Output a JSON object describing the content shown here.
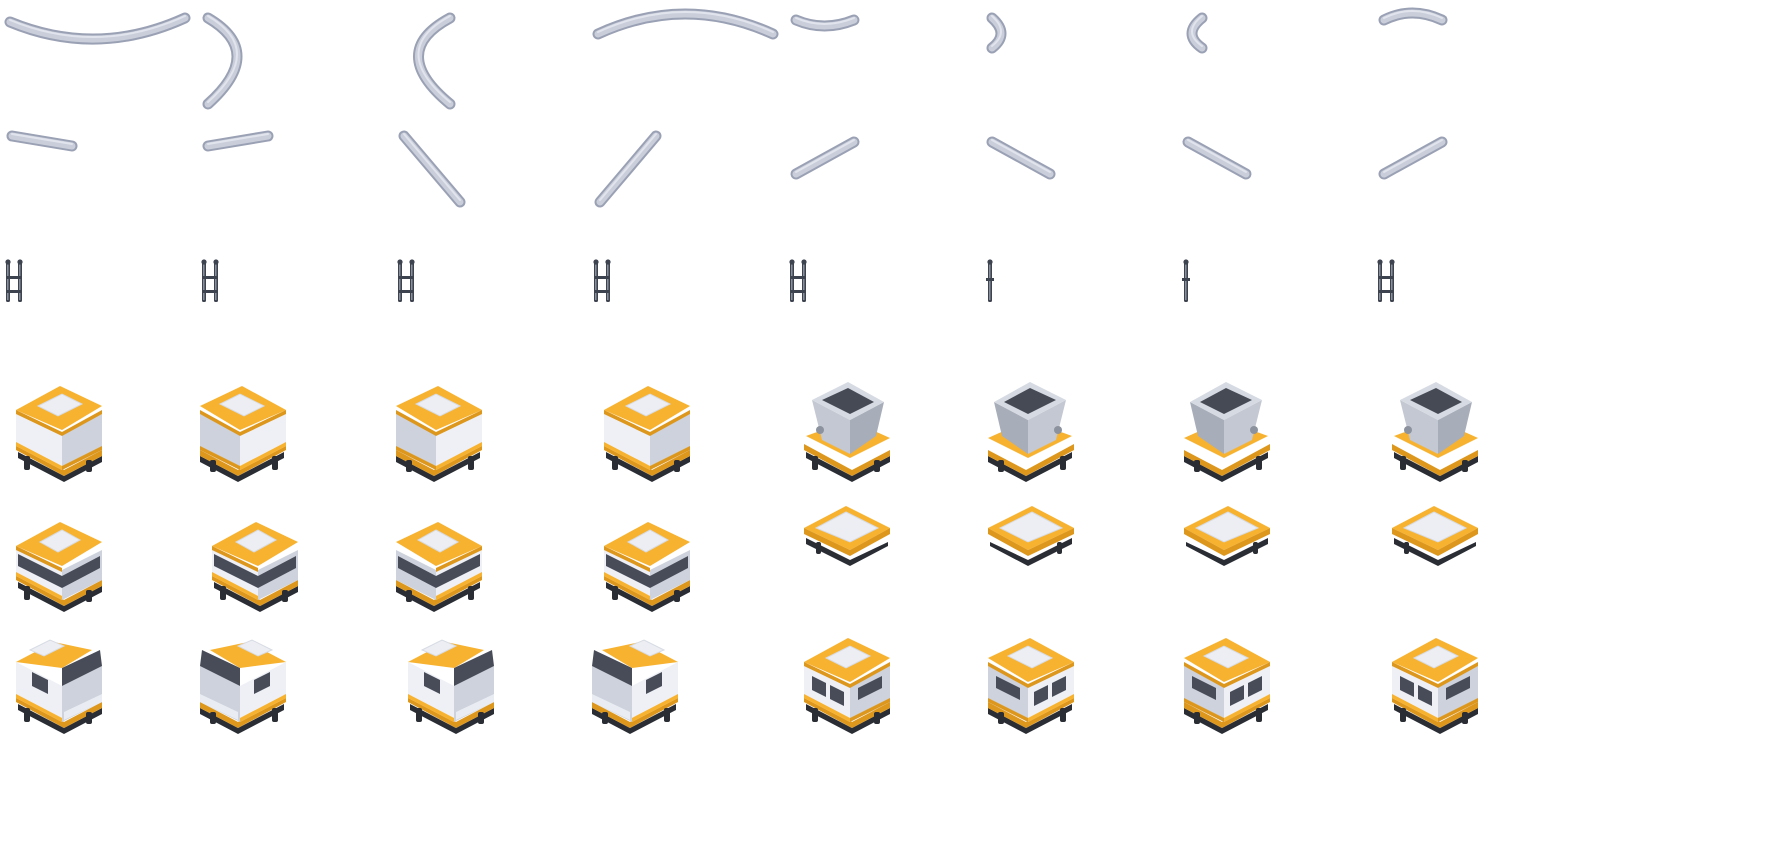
{
  "sheet": {
    "name": "monorail-sprite-sheet",
    "background": "#ffffff",
    "rows": [
      {
        "name": "curved-rail-row",
        "kinds": [
          "arc-wide-down",
          "arc-right-c",
          "arc-left-c",
          "arc-wide-up",
          "arc-small-down",
          "arc-small-right",
          "arc-small-left",
          "arc-small-up"
        ]
      },
      {
        "name": "straight-rail-row",
        "kinds": [
          "short-flat-left",
          "short-flat-right",
          "diag-long-ne",
          "diag-long-nw",
          "iso-short-ne",
          "iso-short-nw",
          "iso-short-nw",
          "iso-short-ne"
        ]
      },
      {
        "name": "support-pylon-row",
        "kinds": [
          "pylon-double",
          "pylon-double",
          "pylon-double",
          "pylon-double",
          "pylon-double",
          "pylon-single",
          "pylon-single",
          "pylon-double"
        ]
      },
      {
        "name": "box-car-row",
        "kinds": [
          "box-car-left",
          "box-car-right",
          "box-car-right",
          "box-car-left",
          "hopper-car-left",
          "hopper-car-right",
          "hopper-car-right",
          "hopper-car-left"
        ]
      },
      {
        "name": "passenger-row",
        "kinds": [
          "passenger-left",
          "passenger-front",
          "passenger-right",
          "passenger-left",
          "flat-car-left",
          "flat-car-right",
          "flat-car-right",
          "flat-car-left"
        ]
      },
      {
        "name": "engine-row",
        "kinds": [
          "engine-left",
          "engine-right",
          "engine-front",
          "engine-back",
          "coach-left",
          "coach-right",
          "coach-right",
          "coach-left"
        ]
      }
    ]
  },
  "palette": {
    "rail_top": "#c9ceda",
    "rail_side": "#9aa1b4",
    "rail_edge": "#b3b9c8",
    "pylon_dark": "#3e4350",
    "pylon_light": "#8a909c",
    "body_yellow": "#f7b230",
    "body_yellow_dark": "#dd971c",
    "body_white": "#eef0f5",
    "body_white_shade": "#cdd2dc",
    "window_dark": "#474c58",
    "chassis_dark": "#2a2d34",
    "roof_light": "#eceef3",
    "hopper_gray": "#c3c8d2",
    "hopper_inner": "#454a55"
  }
}
